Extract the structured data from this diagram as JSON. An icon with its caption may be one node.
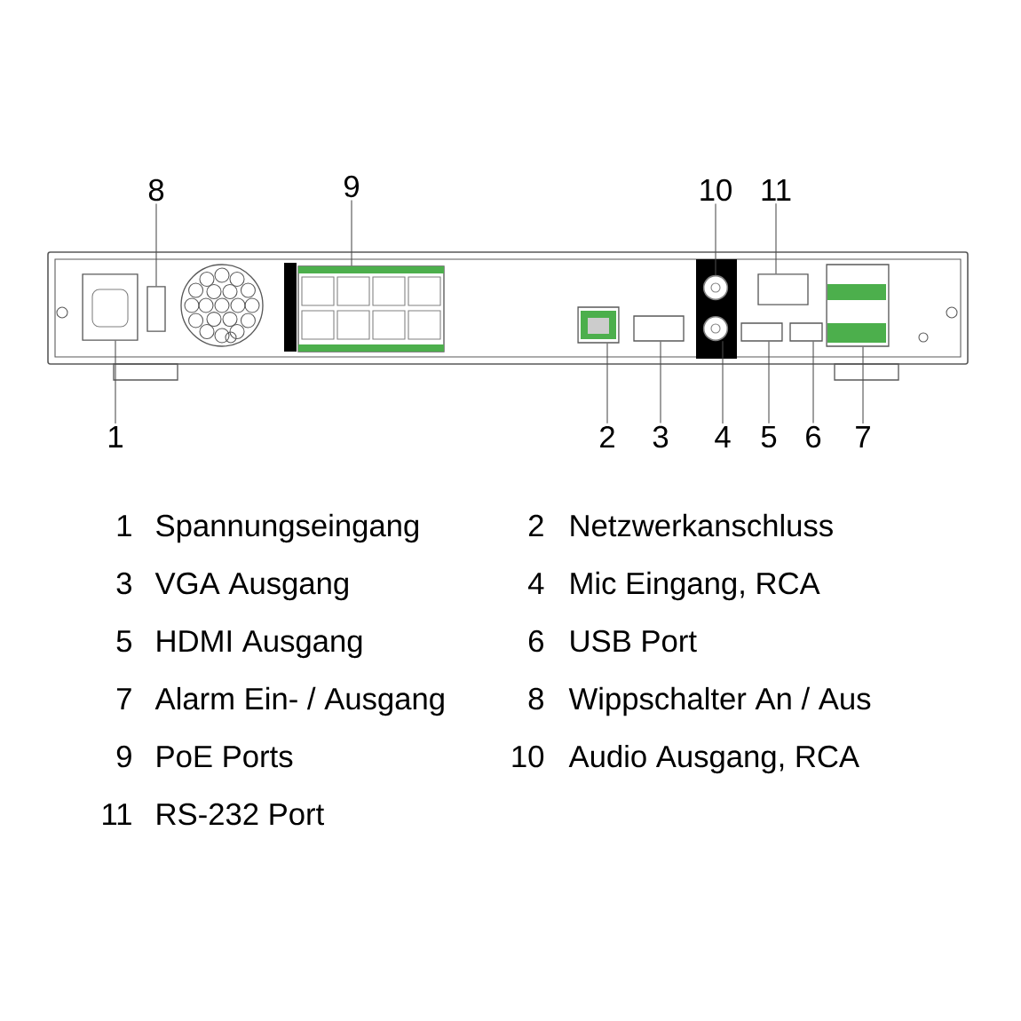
{
  "diagram": {
    "nodes": [
      {
        "text": [
          "1"
        ]
      },
      {
        "text": [
          "2"
        ]
      },
      {
        "text": [
          "3"
        ]
      },
      {
        "text": [
          "4"
        ]
      },
      {
        "text": [
          "5"
        ]
      },
      {
        "text": [
          "6"
        ]
      },
      {
        "text": [
          "7"
        ]
      },
      {
        "text": [
          "8"
        ]
      },
      {
        "text": [
          "9"
        ]
      },
      {
        "text": [
          "10"
        ]
      },
      {
        "text": [
          "11"
        ]
      },
      {
        "text": [],
        "shape": "box"
      },
      {
        "text": [],
        "shape": "box"
      },
      {
        "text": [],
        "shape": "box"
      },
      {
        "text": [],
        "shape": "circle"
      },
      {
        "text": [],
        "shape": "box"
      },
      {
        "text": [],
        "shape": "box"
      },
      {
        "text": [],
        "shape": "box"
      },
      {
        "text": [],
        "shape": "box"
      },
      {
        "text": [],
        "shape": "box"
      },
      {
        "text": [],
        "shape": "circle"
      },
      {
        "text": [],
        "shape": "box"
      }
    ],
    "edges": [
      {
        "from": 0,
        "to": 11,
        "arrow": "none"
      },
      {
        "from": 1,
        "to": 12,
        "arrow": "none"
      },
      {
        "from": 2,
        "to": 13,
        "arrow": "none"
      },
      {
        "from": 3,
        "to": 20,
        "arrow": "none"
      },
      {
        "from": 4,
        "to": 15,
        "arrow": "none"
      },
      {
        "from": 5,
        "to": 16,
        "arrow": "none"
      },
      {
        "from": 6,
        "to": 17,
        "arrow": "none"
      },
      {
        "from": 7,
        "to": 18,
        "arrow": "none"
      },
      {
        "from": 8,
        "to": 19,
        "arrow": "none"
      },
      {
        "from": 9,
        "to": 14,
        "arrow": "none"
      },
      {
        "from": 10,
        "to": 21,
        "arrow": "none"
      }
    ],
    "labels": [
      "1",
      "Spannungseingang",
      "2",
      "Netzwerkanschluss",
      "3",
      "VGA Ausgang",
      "4",
      "Mic Eingang, RCA",
      "5",
      "HDMI Ausgang",
      "6",
      "USB Port",
      "7",
      "Alarm Ein- / Ausgang",
      "8",
      "Wippschalter An / Aus",
      "9",
      "PoE Ports",
      "10",
      "Audio Ausgang, RCA",
      "11",
      "RS-232 Port"
    ]
  }
}
